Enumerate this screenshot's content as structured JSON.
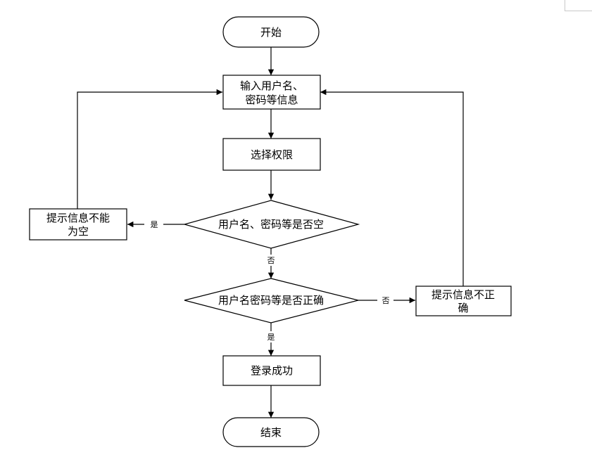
{
  "diagram": {
    "nodes": {
      "start": {
        "lines": [
          "开始"
        ]
      },
      "input": {
        "lines": [
          "输入用户名、",
          "密码等信息"
        ]
      },
      "select": {
        "lines": [
          "选择权限"
        ]
      },
      "check_empty": {
        "lines": [
          "用户名、密码等是否空"
        ]
      },
      "empty_msg": {
        "lines": [
          "提示信息不能",
          "为空"
        ]
      },
      "check_correct": {
        "lines": [
          "用户名密码等是否正确"
        ]
      },
      "incorrect_msg": {
        "lines": [
          "提示信息不正",
          "确"
        ]
      },
      "success": {
        "lines": [
          "登录成功"
        ]
      },
      "end": {
        "lines": [
          "结束"
        ]
      }
    },
    "edges": {
      "empty_yes": "是",
      "empty_no": "否",
      "correct_no": "否",
      "correct_yes": "是"
    }
  }
}
